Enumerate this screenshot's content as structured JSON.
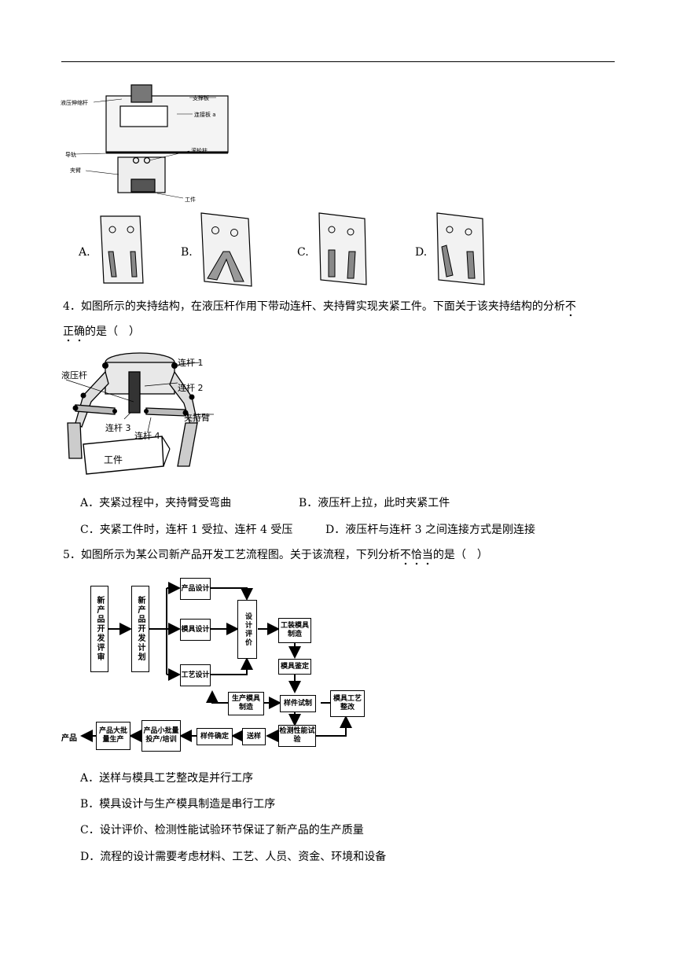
{
  "fig1": {
    "labels": [
      "液压伸缩杆",
      "支撑板",
      "连接板 a",
      "导轨",
      "滚轮柱",
      "夹臂",
      "工件"
    ]
  },
  "options_q3": [
    "A.",
    "B.",
    "C.",
    "D."
  ],
  "q4": {
    "stem_part1": "4．如图所示的夹持结构，在液压杆作用下带动连杆、夹持臂实现夹紧工件。下面关于该夹持结构的分析",
    "stem_emph1": "不",
    "stem_emph2": "正确",
    "stem_part2": "的是（　）",
    "fig_labels": [
      "液压杆",
      "连杆 1",
      "连杆 2",
      "连杆 3",
      "连杆 4",
      "夹持臂",
      "工件"
    ],
    "A": "A．夹紧过程中，夹持臂受弯曲",
    "B": "B．液压杆上拉，此时夹紧工件",
    "C": "C．夹紧工件时，连杆 1 受拉、连杆 4 受压",
    "D": "D．液压杆与连杆 3 之间连接方式是刚连接"
  },
  "q5": {
    "stem_part1": "5．如图所示为某公司新产品开发工艺流程图。关于该流程，下列分析",
    "stem_emph": "不恰当",
    "stem_part2": "的是（　）",
    "flow": {
      "review": "新产品开发评审",
      "plan": "新产品开发计划",
      "product_design": "产品设计",
      "mold_design": "模具设计",
      "process_design": "工艺设计",
      "design_eval": "设计评价",
      "tooling": "工装模具制造",
      "mold_check": "模具鉴定",
      "prod_mold": "生产模具制造",
      "sample_trial": "样件试制",
      "mold_fix": "模具工艺整改",
      "test": "检测性能试验",
      "send": "送样",
      "sample_confirm": "样件确定",
      "small_batch": "产品小批量投产/培训",
      "mass": "产品大批量生产",
      "product": "产品"
    },
    "A": "A．送样与模具工艺整改是并行工序",
    "B": "B．模具设计与生产模具制造是串行工序",
    "C": "C．设计评价、检测性能试验环节保证了新产品的生产质量",
    "D": "D．流程的设计需要考虑材料、工艺、人员、资金、环境和设备"
  }
}
